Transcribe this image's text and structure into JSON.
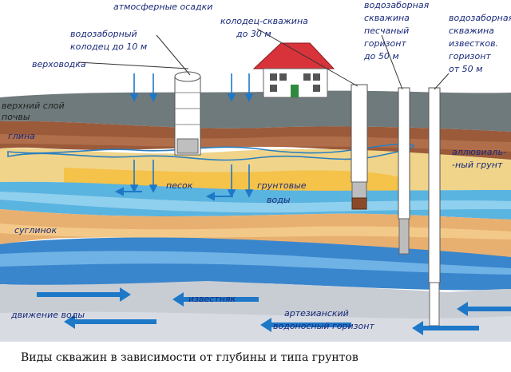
{
  "labels": {
    "precipitation": "атмосферные осадки",
    "well_30": [
      "колодец-скважина",
      "до 30 м"
    ],
    "sand_well": [
      "водозаборная",
      "скважина",
      "песчаный",
      "горизонт",
      "до 50 м"
    ],
    "lime_well": [
      "водозаборная",
      "скважина",
      "известков.",
      "горизонт",
      "от 50 м"
    ],
    "intake_well": [
      "водозаборный",
      "колодец до 10 м"
    ],
    "perched_water": "верховодка",
    "topsoil": [
      "верхний слой",
      "почвы"
    ],
    "clay": "глина",
    "alluvial": [
      "аллювиаль-",
      "-ный грунт"
    ],
    "sand": "песок",
    "groundwater": [
      "грунтовые",
      "воды"
    ],
    "loam": "суглинок",
    "water_movement": "движение воды",
    "limestone": "известняк",
    "artesian": [
      "артезианский",
      "водоносный горизонт"
    ]
  },
  "caption": "Виды скважин в зависимости от  глубины и типа грунтов",
  "colors": {
    "topsoil": "#6f7a7c",
    "clay": "#9b5a3a",
    "sand": "#f0d48a",
    "groundwater": "#5ab4e0",
    "loam": "#e8b070",
    "aquifer": "#3a86cc",
    "limestone": "#c8cdd4",
    "arrow": "#1e78c8",
    "roof": "#d8333a"
  }
}
